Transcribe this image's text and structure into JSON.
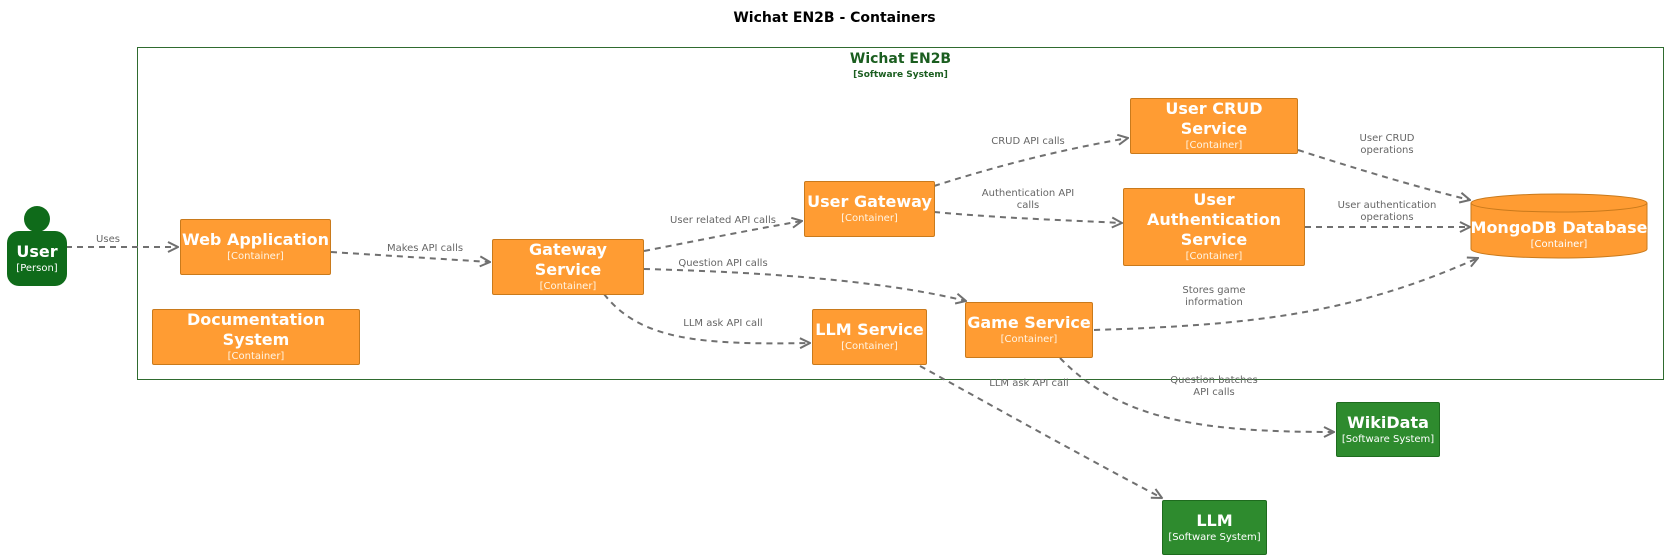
{
  "title": "Wichat EN2B - Containers",
  "boundary": {
    "name": "Wichat EN2B",
    "type": "[Software System]"
  },
  "person": {
    "name": "User",
    "type": "[Person]"
  },
  "containers": {
    "web_app": {
      "name": "Web Application",
      "type": "[Container]"
    },
    "docs": {
      "name": "Documentation System",
      "type": "[Container]"
    },
    "gateway": {
      "name": "Gateway Service",
      "type": "[Container]"
    },
    "user_gateway": {
      "name": "User Gateway",
      "type": "[Container]"
    },
    "llm_service": {
      "name": "LLM Service",
      "type": "[Container]"
    },
    "game_service": {
      "name": "Game Service",
      "type": "[Container]"
    },
    "user_crud": {
      "name": "User CRUD Service",
      "type": "[Container]"
    },
    "user_auth": {
      "name": "User Authentication Service",
      "type": "[Container]"
    },
    "mongodb": {
      "name": "MongoDB Database",
      "type": "[Container]"
    }
  },
  "external": {
    "wikidata": {
      "name": "WikiData",
      "type": "[Software System]"
    },
    "llm": {
      "name": "LLM",
      "type": "[Software System]"
    }
  },
  "edges": {
    "uses": "Uses",
    "makes_api_calls": "Makes API calls",
    "user_related": "User related API calls",
    "question_api": "Question API calls",
    "llm_ask_1": "LLM ask API call",
    "crud_api": "CRUD API calls",
    "auth_api_1": "Authentication API",
    "auth_api_2": "calls",
    "crud_ops_1": "User CRUD",
    "crud_ops_2": "operations",
    "auth_ops_1": "User authentication",
    "auth_ops_2": "operations",
    "stores_1": "Stores game",
    "stores_2": "information",
    "llm_ask_2": "LLM ask API call",
    "batches_1": "Question batches",
    "batches_2": "API calls"
  },
  "colors": {
    "container": "#ff9c33",
    "external": "#2e8b2e",
    "person": "#0f6b1a",
    "boundary": "#2f6b2f",
    "edge": "#707070"
  }
}
